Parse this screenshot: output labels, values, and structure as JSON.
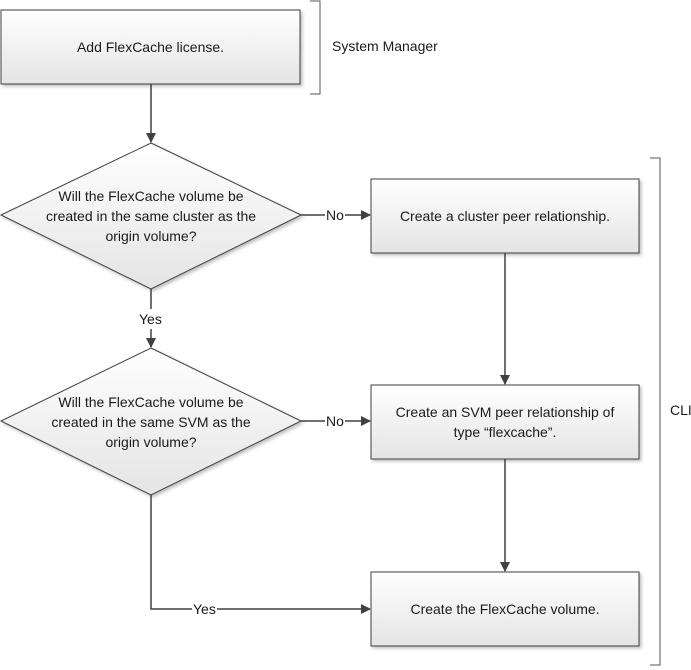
{
  "flowchart": {
    "step_add_license": "Add FlexCache license.",
    "decision_same_cluster": "Will the FlexCache volume be\ncreated in the same cluster as the\norigin volume?",
    "step_cluster_peer": "Create a cluster peer relationship.",
    "decision_same_svm": "Will the FlexCache volume be\ncreated in the same SVM as the\norigin volume?",
    "step_svm_peer": "Create an SVM peer relationship of\ntype “flexcache”.",
    "step_create_volume": "Create the FlexCache volume.",
    "edge_no_1": "No",
    "edge_yes_1": "Yes",
    "edge_no_2": "No",
    "edge_yes_2": "Yes"
  },
  "annotations": {
    "system_manager": "System Manager",
    "cli": "CLI"
  },
  "colors": {
    "box_fill_top": "#ffffff",
    "box_fill_bottom": "#e6e6e6",
    "stroke": "#404040"
  }
}
